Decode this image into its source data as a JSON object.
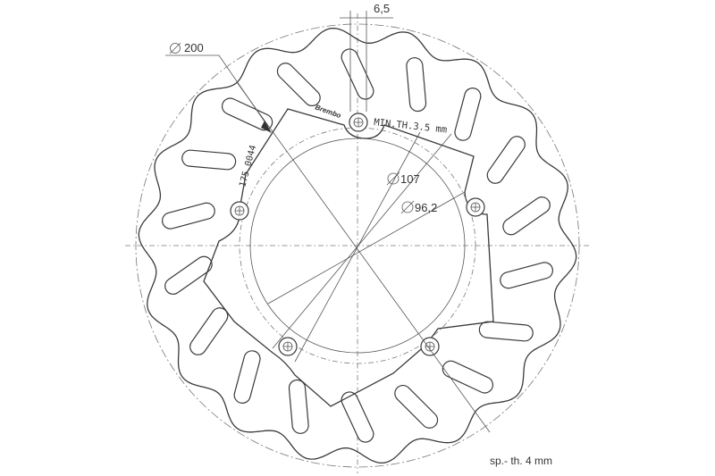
{
  "drawing": {
    "labels": {
      "outer_diameter": "200",
      "slot_width": "6,5",
      "hub_diameter": "107",
      "bore_diameter": "96,2",
      "min_thickness": "MIN.TH.3.5 mm",
      "part_number": "175.0044",
      "thickness_note": "sp.- th. 4 mm",
      "brand_mark": "Brembo"
    },
    "colors": {
      "line": "#3a3a3a",
      "centerline": "#777777"
    }
  }
}
